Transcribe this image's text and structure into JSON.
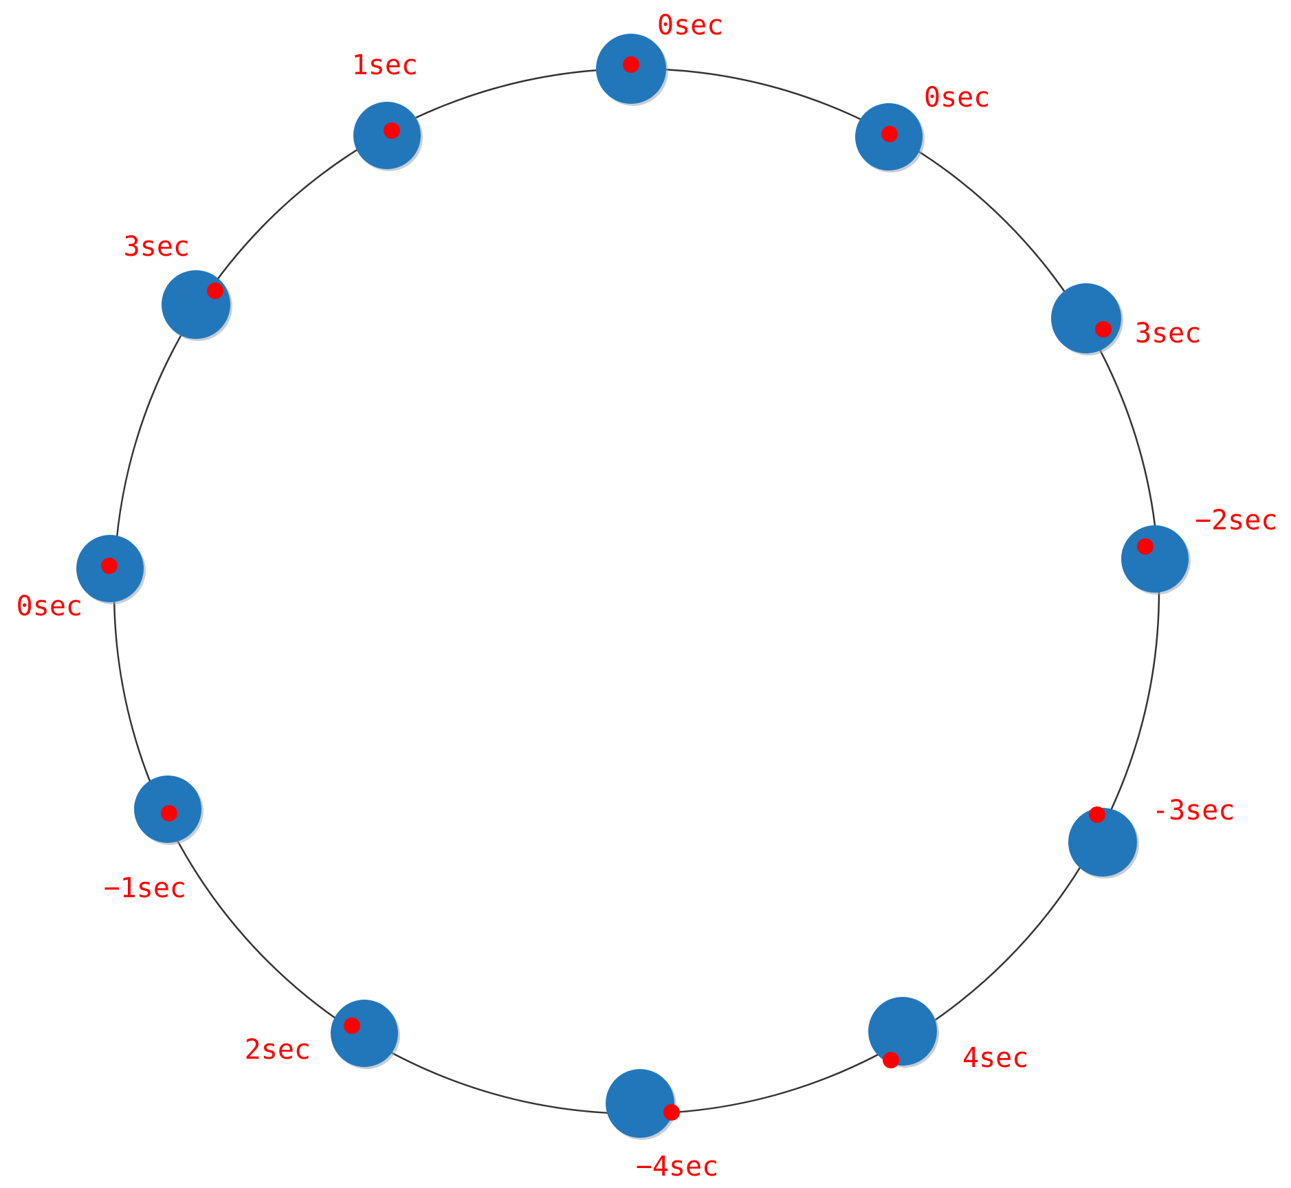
{
  "colors": {
    "ring": "#333333",
    "node": "#2277bb",
    "marker": "#ff0000",
    "label": "#ff0000"
  },
  "nodes": [
    {
      "id": "n1",
      "label": "0sec"
    },
    {
      "id": "n2",
      "label": "0sec"
    },
    {
      "id": "n3",
      "label": "3sec"
    },
    {
      "id": "n4",
      "label": "−2sec"
    },
    {
      "id": "n5",
      "label": "-3sec"
    },
    {
      "id": "n6",
      "label": "4sec"
    },
    {
      "id": "n7",
      "label": "−4sec"
    },
    {
      "id": "n8",
      "label": "2sec"
    },
    {
      "id": "n9",
      "label": "−1sec"
    },
    {
      "id": "n10",
      "label": "0sec"
    },
    {
      "id": "n11",
      "label": "3sec"
    },
    {
      "id": "n12",
      "label": "1sec"
    }
  ]
}
